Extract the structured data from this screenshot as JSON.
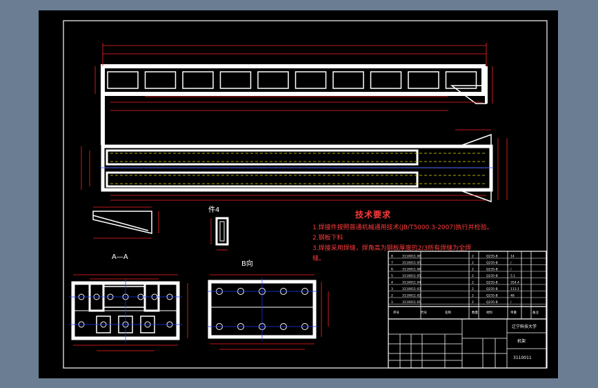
{
  "notes": {
    "title": "技术要求",
    "items": [
      "1.焊接件按照普通机械通用技术(JB/T5000.3-2007)执行并检验。",
      "2.钢板下料",
      "3.焊接采用焊缝，焊角高为钢板厚度的2/3所有焊缝为全焊",
      "缝。"
    ]
  },
  "views": {
    "section_aa": "A—A",
    "part4": "件4",
    "view_b": "B向"
  },
  "title_block": {
    "company": "辽宁科技大学",
    "drawing_no": "3110011",
    "part_name": "机架"
  },
  "bom": {
    "rows": [
      {
        "code": "3110011.06",
        "qty": "2",
        "mat": "Q235-B",
        "wt": "14"
      },
      {
        "code": "3110011.05",
        "qty": "2",
        "mat": "Q235-B",
        "wt": "/"
      },
      {
        "code": "3110011.06",
        "qty": "2",
        "mat": "Q235-B",
        "wt": "/"
      },
      {
        "code": "3110011.05",
        "qty": "2",
        "mat": "Q235-B",
        "wt": "5.1"
      },
      {
        "code": "3110011.04",
        "qty": "2",
        "mat": "Q235-B",
        "wt": "354.4"
      },
      {
        "code": "3110011.03",
        "qty": "2",
        "mat": "Q235-B",
        "wt": "113.1"
      },
      {
        "code": "3110011.02",
        "qty": "2",
        "mat": "Q235-B",
        "wt": "48"
      },
      {
        "code": "3110011.01",
        "qty": "2",
        "mat": "Q235-B",
        "wt": "/"
      }
    ],
    "header": [
      "序号",
      "代号",
      "名称",
      "数量",
      "材料",
      "单重",
      "备注"
    ]
  },
  "colors": {
    "background": "#6b7d92",
    "sheet": "#000000",
    "outline": "#ffffff",
    "dimension": "#ff2222",
    "centerline": "#1a3cff",
    "hidden": "#e6e600"
  }
}
